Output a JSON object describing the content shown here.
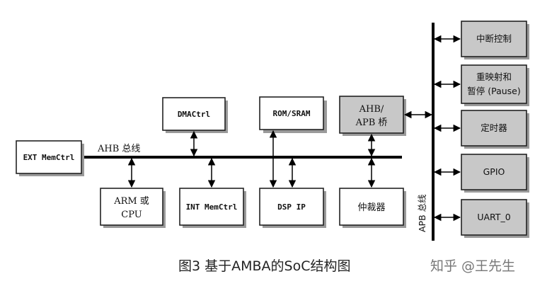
{
  "diagram": {
    "bus_ahb_label": "AHB 总线",
    "bus_apb_label": "APB 总线",
    "blocks": {
      "ext_memctrl": "EXT MemCtrl",
      "dmactrl": "DMACtrl",
      "rom_sram": "ROM/SRAM",
      "bridge_line1": "AHB/",
      "bridge_line2": "APB 桥",
      "arm_line1": "ARM 或",
      "arm_line2": "CPU",
      "int_memctrl": "INT MemCtrl",
      "dsp_ip": "DSP IP",
      "arbiter": "仲裁器"
    },
    "peripherals": {
      "interrupt": "中断控制",
      "remap_line1": "重映射和",
      "remap_line2": "暂停 (Pause)",
      "timer": "定时器",
      "gpio": "GPIO",
      "uart": "UART_0"
    }
  },
  "caption": "图3 基于AMBA的SoC结构图",
  "watermark": "知乎 @王先生"
}
